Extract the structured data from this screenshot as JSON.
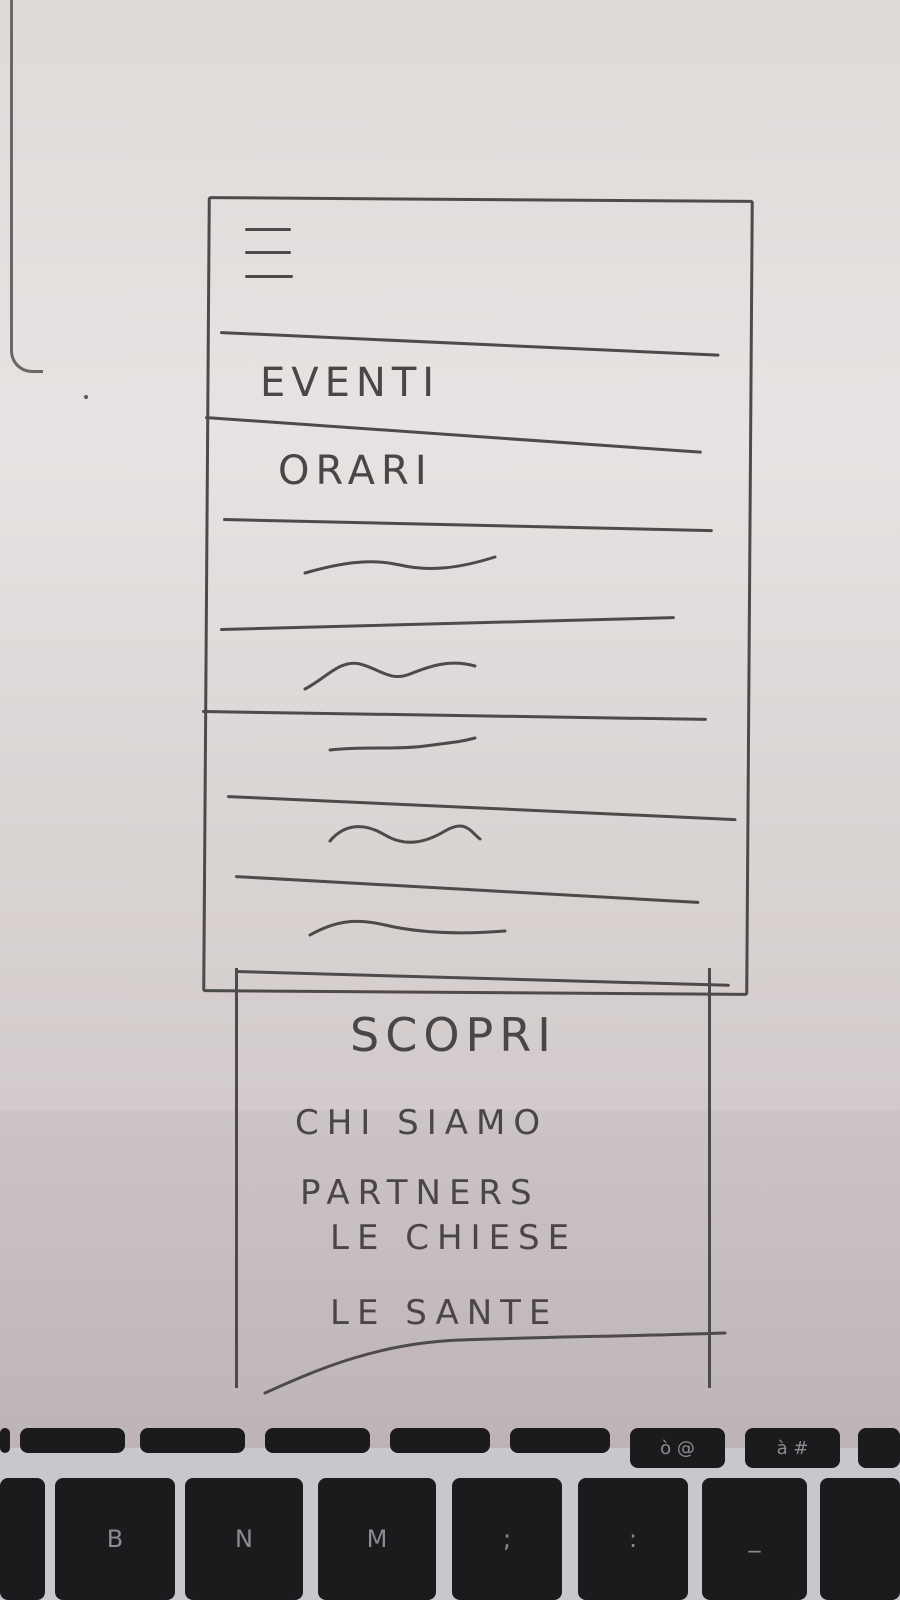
{
  "menu": {
    "items": [
      {
        "label": "EVENTI"
      },
      {
        "label": "ORARI"
      },
      {
        "label": ""
      },
      {
        "label": ""
      },
      {
        "label": ""
      },
      {
        "label": ""
      },
      {
        "label": ""
      }
    ]
  },
  "footer": {
    "title": "SCOPRI",
    "links": [
      {
        "label": "CHI SIAMO"
      },
      {
        "label": "PARTNERS"
      },
      {
        "label": "LE CHIESE"
      },
      {
        "label": "LE SANTE"
      }
    ]
  },
  "keyboard": {
    "keys": [
      "B",
      "N",
      "M",
      ";",
      ":",
      "_",
      "ò @",
      "à #"
    ]
  },
  "colors": {
    "ink": "#4d4a4c",
    "paper": "#e3dfde",
    "keyboard": "#1b1b1d"
  }
}
